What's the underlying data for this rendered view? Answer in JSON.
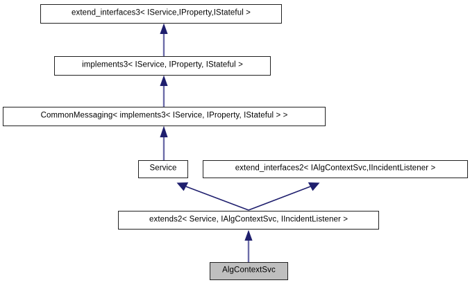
{
  "diagram": {
    "kind": "uml-inheritance-graph",
    "title": "AlgContextSvc inheritance diagram",
    "background_color": "#ffffff",
    "edge_line_color": "#6c6ca8",
    "edge_arrow_color": "#1f1f6e",
    "node_border_color": "#202020",
    "node_fill_color": "#ffffff",
    "highlight_fill_color": "#bfbfbf",
    "text_color": "#000000"
  },
  "nodes": {
    "extend_interfaces3": {
      "label": "extend_interfaces3< IService,IProperty,IStateful >",
      "highlighted": "false"
    },
    "implements3": {
      "label": "implements3< IService, IProperty, IStateful >",
      "highlighted": "false"
    },
    "commonmessaging": {
      "label": "CommonMessaging< implements3< IService, IProperty, IStateful > >",
      "highlighted": "false"
    },
    "service": {
      "label": "Service",
      "highlighted": "false"
    },
    "extend_interfaces2": {
      "label": "extend_interfaces2< IAlgContextSvc,IIncidentListener >",
      "highlighted": "false"
    },
    "extends2": {
      "label": "extends2< Service, IAlgContextSvc, IIncidentListener >",
      "highlighted": "false"
    },
    "algcontextsvc": {
      "label": "AlgContextSvc",
      "highlighted": "true"
    }
  },
  "edges": [
    {
      "from": "implements3",
      "to": "extend_interfaces3",
      "style": "inheritance-arrow"
    },
    {
      "from": "commonmessaging",
      "to": "implements3",
      "style": "inheritance-arrow"
    },
    {
      "from": "service",
      "to": "commonmessaging",
      "style": "inheritance-arrow"
    },
    {
      "from": "extends2",
      "to": "service",
      "style": "inheritance-arrow"
    },
    {
      "from": "extends2",
      "to": "extend_interfaces2",
      "style": "inheritance-arrow"
    },
    {
      "from": "algcontextsvc",
      "to": "extends2",
      "style": "inheritance-arrow"
    }
  ]
}
